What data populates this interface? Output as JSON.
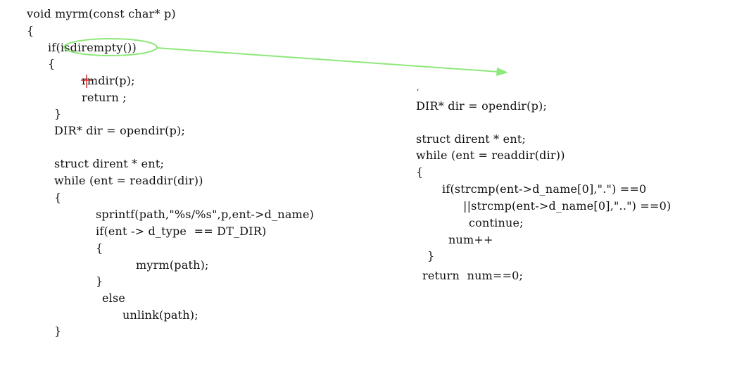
{
  "left_panel": {
    "lines": [
      "void myrm(const char* p)",
      "{",
      "if(isdirempty())",
      "{",
      "rmdir(p);",
      "return ;",
      "}",
      "DIR* dir = opendir(p);",
      "struct dirent * ent;",
      "while (ent = readdir(dir))",
      "{",
      "sprintf(path,\"%s/%s\",p,ent->d_name)",
      "if(ent -> d_type  == DT_DIR)",
      "{",
      "myrm(path);",
      "}",
      "else",
      "unlink(path);",
      "}"
    ]
  },
  "right_panel": {
    "lines": [
      ",",
      "DIR* dir = opendir(p);",
      "struct dirent * ent;",
      "while (ent = readdir(dir))",
      "{",
      "if(strcmp(ent->d_name[0],\".\") ==0",
      "||strcmp(ent->d_name[0],\"..\") ==0)",
      "continue;",
      "num++",
      "}",
      "return  num==0;"
    ]
  },
  "annotation": {
    "highlight_color": "#8ee87a",
    "cursor_color": "#d03030"
  }
}
